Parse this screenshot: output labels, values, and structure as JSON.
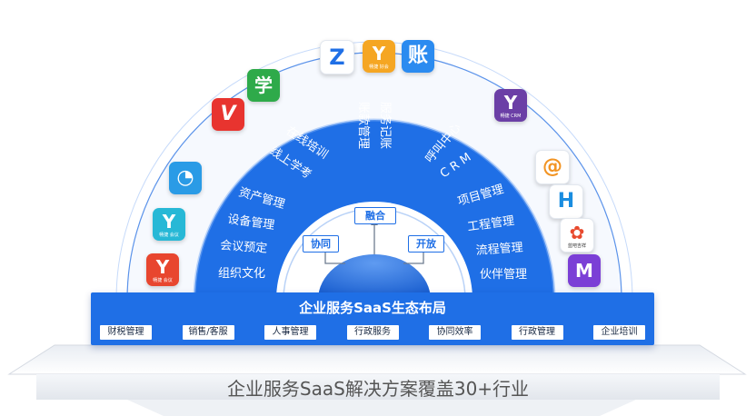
{
  "ring_labels": {
    "zaixian": "在线培训",
    "xianshang": "线上学考",
    "zhangkuan": "账款管理",
    "fuwu": "服务记账",
    "huju": "呼叫中心",
    "crm": "C R M",
    "zichan": "资产管理",
    "shebei": "设备管理",
    "huiyi": "会议预定",
    "zuzhi": "组织文化",
    "xiangmu": "项目管理",
    "gongcheng": "工程管理",
    "liucheng": "流程管理",
    "huoban": "伙伴管理"
  },
  "inner_pills": {
    "left": "协同",
    "center": "融合",
    "right": "开放"
  },
  "banner": {
    "title": "企业服务SaaS生态布局",
    "tags": [
      "财税管理",
      "销售/客服",
      "人事管理",
      "行政服务",
      "协同效率",
      "行政管理",
      "企业培训"
    ]
  },
  "footer": "企业服务SaaS解决方案覆盖30+行业",
  "app_icons": {
    "z": {
      "glyph": "Z"
    },
    "y_top": {
      "glyph": "Y",
      "sub": "畅捷 好会"
    },
    "zhang": {
      "glyph": "账"
    },
    "xue": {
      "glyph": "学"
    },
    "v": {
      "glyph": "V"
    },
    "y_crm": {
      "glyph": "Y",
      "sub": "畅捷 CRM"
    },
    "at": {
      "glyph": "@"
    },
    "h": {
      "glyph": "H"
    },
    "y_left": {
      "glyph": "Y",
      "sub": "畅捷 会议"
    },
    "y_red": {
      "glyph": "Y",
      "sub": "畅捷 会议"
    },
    "fan": {
      "glyph": "✿",
      "sub": "蓝吧吉祥"
    },
    "m": {
      "glyph": "M"
    },
    "bird": {
      "glyph": "◔"
    }
  },
  "colors": {
    "primary_blue": "#1f6fe6",
    "light_blue": "#dbe9fb",
    "white": "#ffffff"
  }
}
